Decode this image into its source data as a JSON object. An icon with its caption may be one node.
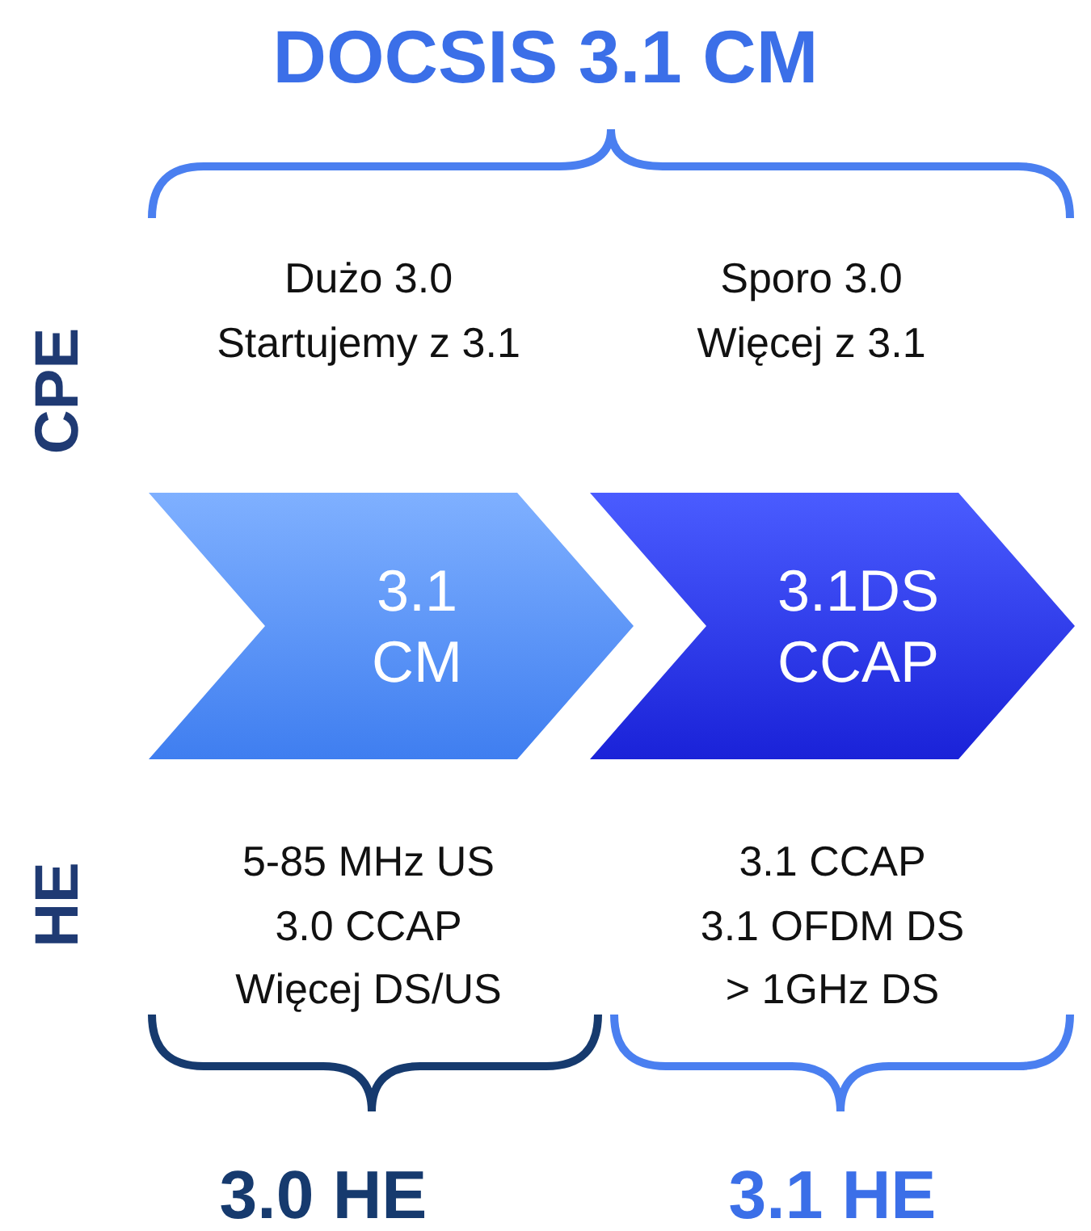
{
  "diagram": {
    "title": "DOCSIS 3.1 CM",
    "nodes": [
      {
        "text": [
          "3.1 CM"
        ]
      },
      {
        "text": [
          "3.1DS CCAP"
        ]
      }
    ],
    "edges": [],
    "labels": [
      "Dużo 3.0",
      "Startujemy z 3.1",
      "Sporo 3.0",
      "Więcej z 3.1",
      "CPE",
      "HE",
      "5-85 MHz US",
      "3.0 CCAP",
      "Więcej DS/US",
      "3.1 CCAP",
      "3.1 OFDM DS",
      "> 1GHz DS",
      "3.0 HE",
      "3.1 HE"
    ]
  }
}
